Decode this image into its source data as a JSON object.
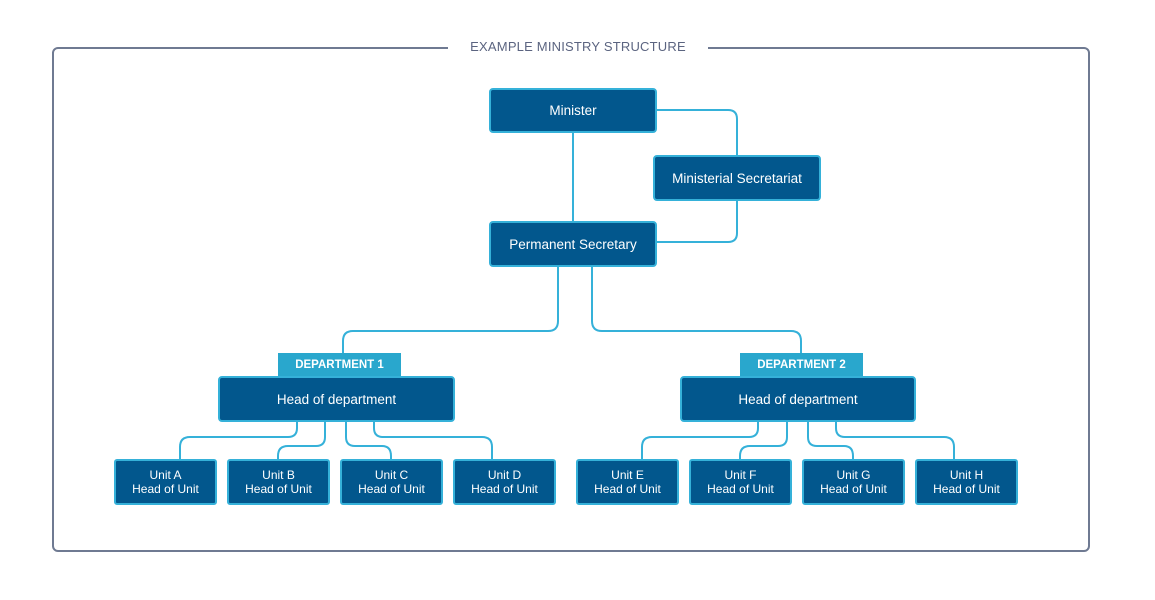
{
  "title": "EXAMPLE MINISTRY STRUCTURE",
  "nodes": {
    "minister": "Minister",
    "secretariat": "Ministerial Secretariat",
    "permanent_secretary": "Permanent Secretary"
  },
  "departments": [
    {
      "tab": "DEPARTMENT 1",
      "head": "Head of department",
      "units": [
        {
          "name": "Unit A",
          "role": "Head of Unit"
        },
        {
          "name": "Unit B",
          "role": "Head of Unit"
        },
        {
          "name": "Unit C",
          "role": "Head of Unit"
        },
        {
          "name": "Unit D",
          "role": "Head of Unit"
        }
      ]
    },
    {
      "tab": "DEPARTMENT 2",
      "head": "Head of department",
      "units": [
        {
          "name": "Unit E",
          "role": "Head of Unit"
        },
        {
          "name": "Unit F",
          "role": "Head of Unit"
        },
        {
          "name": "Unit G",
          "role": "Head of Unit"
        },
        {
          "name": "Unit H",
          "role": "Head of Unit"
        }
      ]
    }
  ],
  "colors": {
    "box_fill": "#02578d",
    "box_border": "#35b1d9",
    "tab_fill": "#29a7cd",
    "connector": "#35b1d9",
    "frame": "#6f7a92"
  }
}
